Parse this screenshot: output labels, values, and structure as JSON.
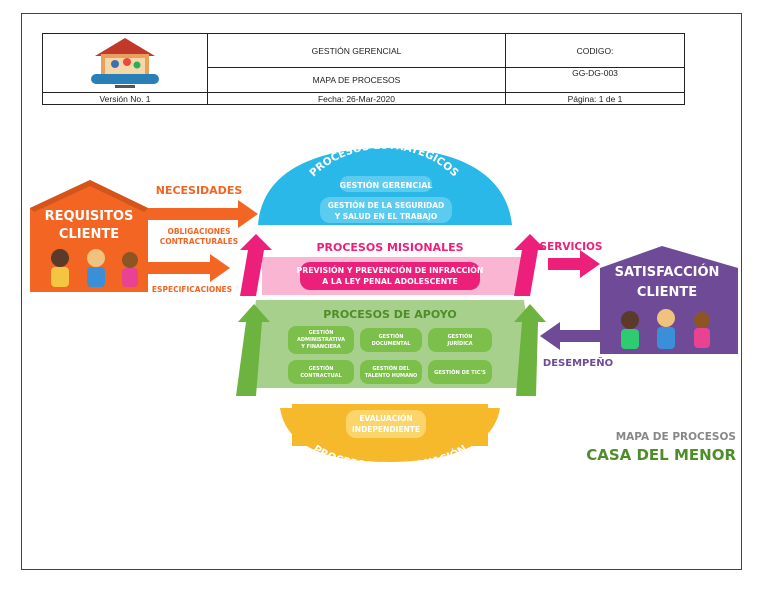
{
  "header": {
    "title": "GESTIÓN GERENCIAL",
    "subtitle": "MAPA DE PROCESOS",
    "code_label": "CODIGO:",
    "code_value": "GG-DG-003",
    "version": "Versión No. 1",
    "date": "Fecha: 26-Mar-2020",
    "page": "Página: 1 de 1"
  },
  "left_house": {
    "line1": "REQUISITOS",
    "line2": "CLIENTE"
  },
  "right_house": {
    "line1": "SATISFACCIÓN",
    "line2": "CLIENTE"
  },
  "inputs": {
    "necesidades": "NECESIDADES",
    "obligaciones_1": "OBLIGACIONES",
    "obligaciones_2": "CONTRACTURALES",
    "especificaciones": "ESPECIFICACIONES"
  },
  "outputs": {
    "servicios": "SERVICIOS",
    "desempeno": "DESEMPEÑO"
  },
  "estrategicos": {
    "title": "PROCESOS ESTRATÉGICOS",
    "item1": "GESTIÓN GERENCIAL",
    "item2_1": "GESTIÓN DE LA SEGURIDAD",
    "item2_2": "Y SALUD EN EL TRABAJO"
  },
  "misionales": {
    "title": "PROCESOS MISIONALES",
    "item_1": "PREVISIÓN Y PREVENCIÓN DE INFRACCIÓN",
    "item_2": "A LA LEY PENAL ADOLESCENTE"
  },
  "apoyo": {
    "title": "PROCESOS DE APOYO",
    "items": [
      [
        "GESTIÓN",
        "ADMINISTRATIVA",
        "Y FINANCIERA"
      ],
      [
        "GESTIÓN",
        "DOCUMENTAL"
      ],
      [
        "GESTIÓN",
        "JURÍDICA"
      ],
      [
        "GESTIÓN",
        "CONTRACTUAL"
      ],
      [
        "GESTIÓN DEL",
        "TALENTO HUMANO"
      ],
      [
        "GESTIÓN DE TIC'S"
      ]
    ]
  },
  "evaluacion": {
    "item_1": "EVALUACIÓN",
    "item_2": "INDEPENDIENTE",
    "title": "PROCESOS DE EVALUACIÓN"
  },
  "footer": {
    "line1": "MAPA DE PROCESOS",
    "line2": "CASA DEL MENOR"
  },
  "colors": {
    "orange": "#f26522",
    "cyan": "#29b8e8",
    "magenta": "#ec1f7a",
    "green": "#6db33f",
    "yellow": "#f6b92b",
    "purple": "#6f4a97"
  }
}
